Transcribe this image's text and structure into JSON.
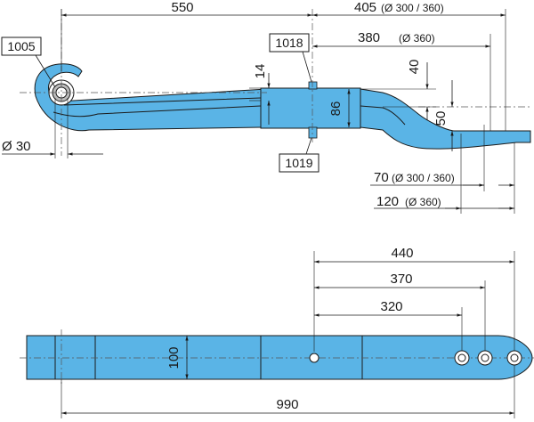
{
  "top_view": {
    "dims": {
      "d550": "550",
      "d405": "405",
      "d405_note": "(Ø 300 / 360)",
      "d380": "380",
      "d380_note": "(Ø 360)",
      "d14": "14",
      "d40": "40",
      "d86": "86",
      "d50": "50",
      "d30": "Ø 30",
      "d70": "70",
      "d70_note": "(Ø 300 / 360)",
      "d120": "120",
      "d120_note": "(Ø 360)"
    },
    "refs": {
      "r1005": "1005",
      "r1018": "1018",
      "r1019": "1019"
    }
  },
  "bottom_view": {
    "dims": {
      "d440": "440",
      "d370": "370",
      "d320": "320",
      "d100": "100",
      "d990": "990"
    }
  },
  "colors": {
    "part_fill": "#5ab4e6",
    "line": "#1a1a1a"
  }
}
